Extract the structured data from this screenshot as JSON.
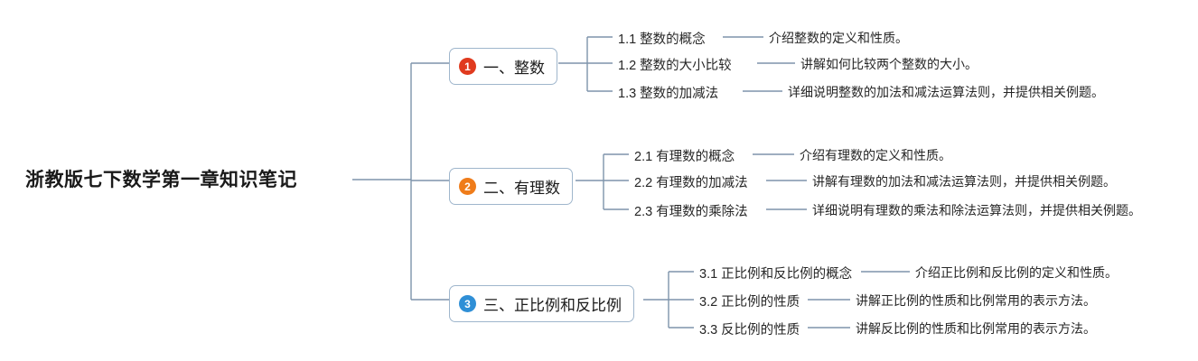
{
  "root": {
    "label": "浙教版七下数学第一章知识笔记"
  },
  "branches": [
    {
      "number": "1",
      "title": "一、整数",
      "color": "#e03a1e",
      "topics": [
        {
          "label": "1.1 整数的概念",
          "detail": "介绍整数的定义和性质。"
        },
        {
          "label": "1.2 整数的大小比较",
          "detail": "讲解如何比较两个整数的大小。"
        },
        {
          "label": "1.3 整数的加减法",
          "detail": "详细说明整数的加法和减法运算法则，并提供相关例题。"
        }
      ]
    },
    {
      "number": "2",
      "title": "二、有理数",
      "color": "#ef7c1a",
      "topics": [
        {
          "label": "2.1 有理数的概念",
          "detail": "介绍有理数的定义和性质。"
        },
        {
          "label": "2.2 有理数的加减法",
          "detail": "讲解有理数的加法和减法运算法则，并提供相关例题。"
        },
        {
          "label": "2.3 有理数的乘除法",
          "detail": "详细说明有理数的乘法和除法运算法则，并提供相关例题。"
        }
      ]
    },
    {
      "number": "3",
      "title": "三、正比例和反比例",
      "color": "#2f8fd6",
      "topics": [
        {
          "label": "3.1 正比例和反比例的概念",
          "detail": "介绍正比例和反比例的定义和性质。"
        },
        {
          "label": "3.2 正比例的性质",
          "detail": "讲解正比例的性质和比例常用的表示方法。"
        },
        {
          "label": "3.3 反比例的性质",
          "detail": "讲解反比例的性质和比例常用的表示方法。"
        }
      ]
    }
  ]
}
